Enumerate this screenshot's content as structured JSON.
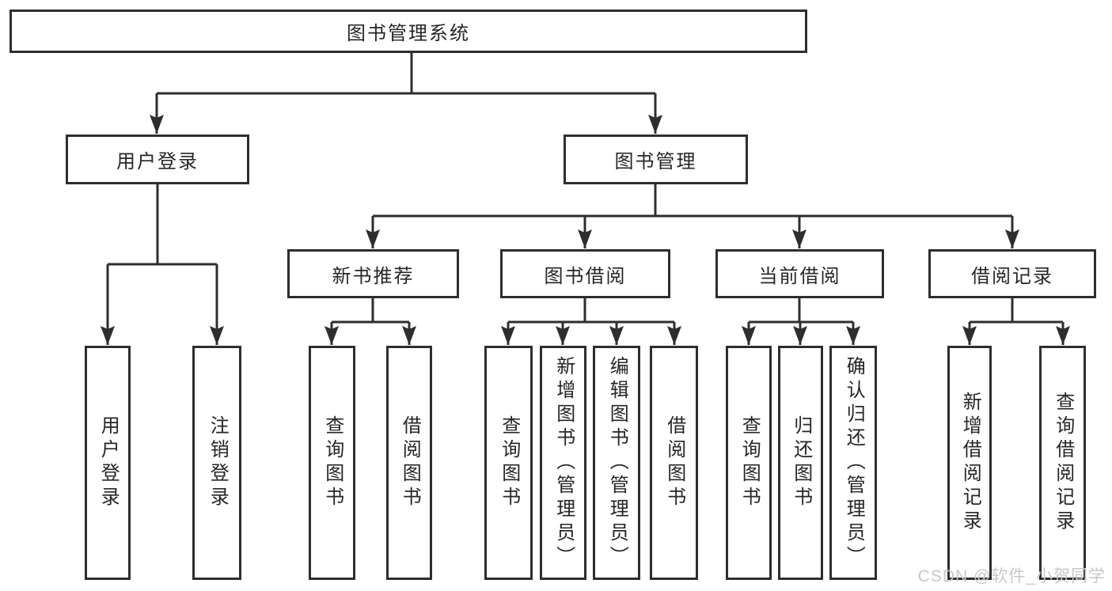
{
  "colors": {
    "line": "#2e2e2e",
    "text": "#262626",
    "bg": "#ffffff",
    "watermark": "#c8c8c8"
  },
  "diagram": {
    "type": "hierarchy-tree",
    "root": {
      "label": "图书管理系统",
      "children": [
        {
          "label": "用户登录",
          "children": [
            {
              "label": "用户登录"
            },
            {
              "label": "注销登录"
            }
          ]
        },
        {
          "label": "图书管理",
          "children": [
            {
              "label": "新书推荐",
              "children": [
                {
                  "label": "查询图书"
                },
                {
                  "label": "借阅图书"
                }
              ]
            },
            {
              "label": "图书借阅",
              "children": [
                {
                  "label": "查询图书"
                },
                {
                  "label": "新增图书（管理员）"
                },
                {
                  "label": "编辑图书（管理员）"
                },
                {
                  "label": "借阅图书"
                }
              ]
            },
            {
              "label": "当前借阅",
              "children": [
                {
                  "label": "查询图书"
                },
                {
                  "label": "归还图书"
                },
                {
                  "label": "确认归还（管理员）"
                }
              ]
            },
            {
              "label": "借阅记录",
              "children": [
                {
                  "label": "新增借阅记录"
                },
                {
                  "label": "查询借阅记录"
                }
              ]
            }
          ]
        }
      ]
    }
  },
  "watermark": {
    "text": "CSDN @软件_小贺同学"
  }
}
